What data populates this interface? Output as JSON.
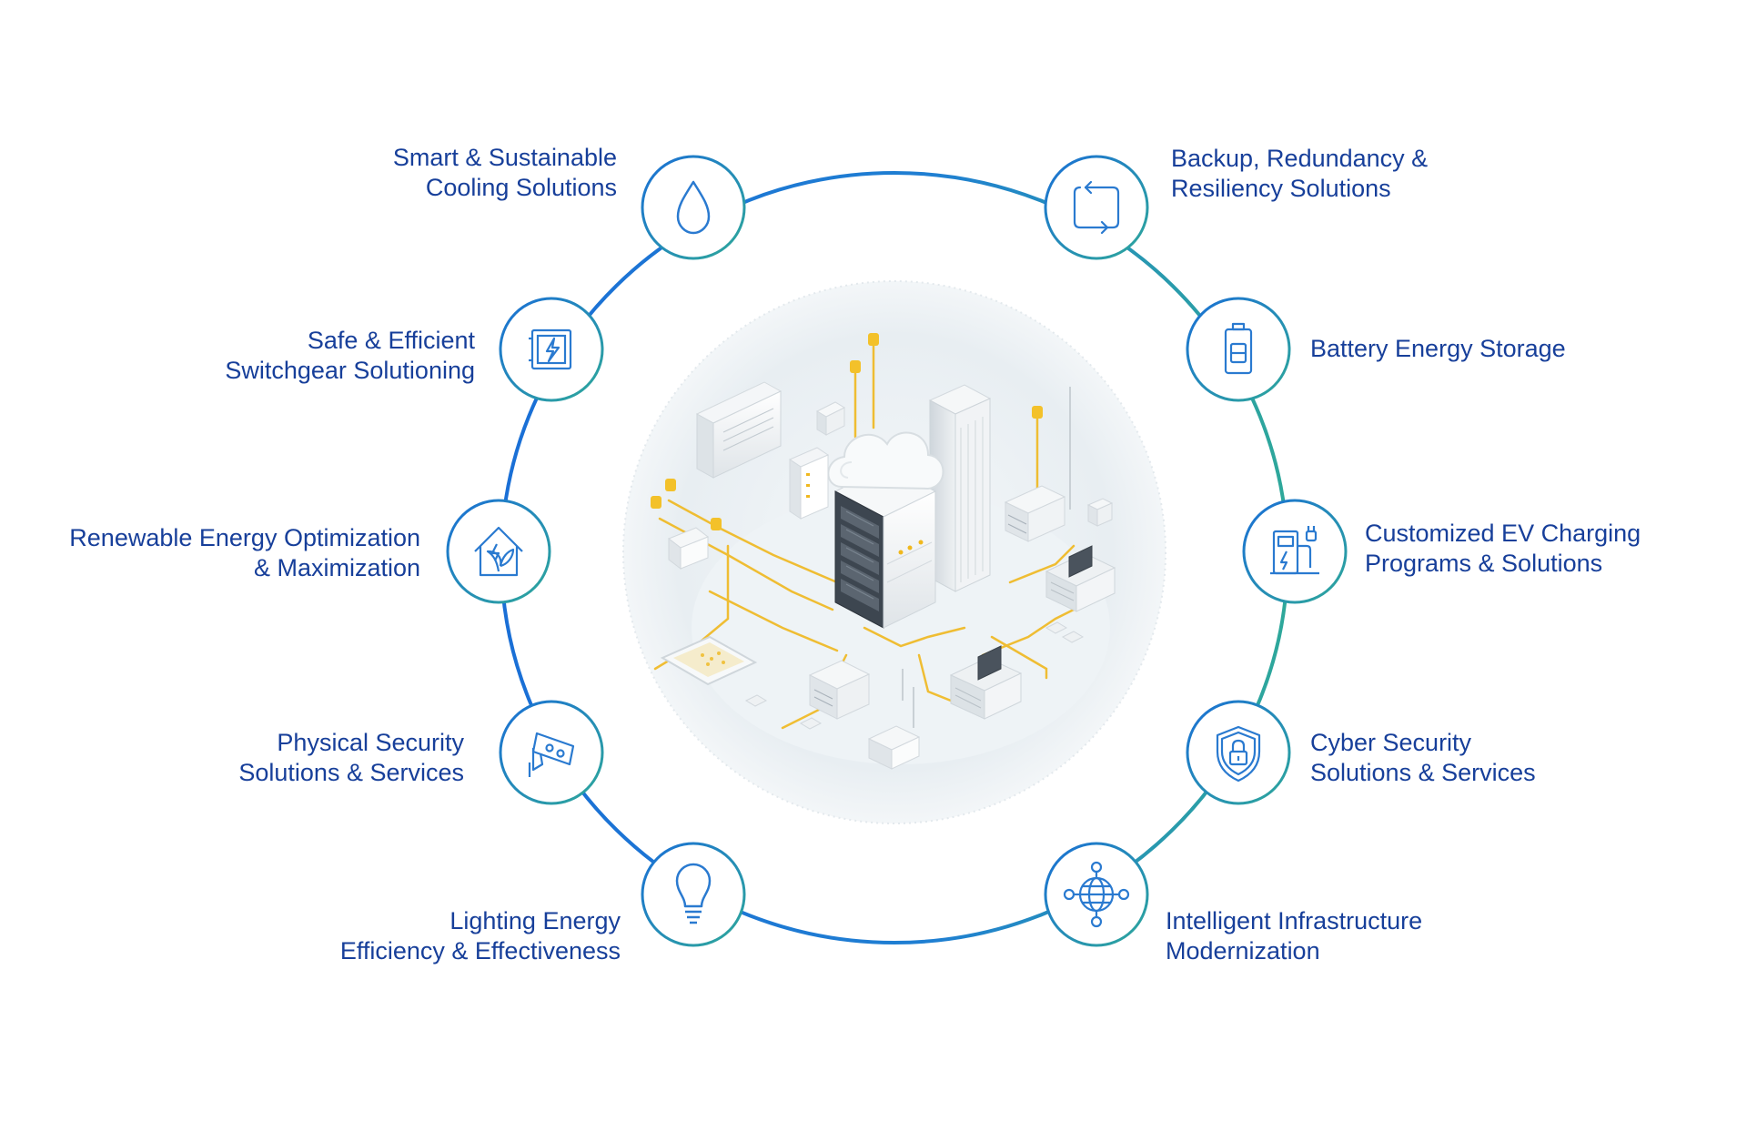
{
  "colors": {
    "ring_blue": "#1a6fd6",
    "ring_teal": "#2aa59a",
    "label_blue": "#173f9a",
    "icon_blue": "#2a7ad0",
    "connector_yellow": "#f0b81e",
    "hub_background": "#e9eff3"
  },
  "center": {
    "illustration": "isometric data center with cloud server, server racks, laptops, tablet and yellow network connectors"
  },
  "services": [
    {
      "id": "cooling",
      "icon": "water-drop-icon",
      "lines": [
        "Smart & Sustainable",
        "Cooling Solutions"
      ]
    },
    {
      "id": "switchgear",
      "icon": "electrical-panel-icon",
      "lines": [
        "Safe & Efficient",
        "Switchgear Solutioning"
      ]
    },
    {
      "id": "renewable",
      "icon": "eco-house-icon",
      "lines": [
        "Renewable Energy Optimization",
        "& Maximization"
      ]
    },
    {
      "id": "physical-security",
      "icon": "cctv-camera-icon",
      "lines": [
        "Physical Security",
        "Solutions & Services"
      ]
    },
    {
      "id": "lighting",
      "icon": "light-bulb-icon",
      "lines": [
        "Lighting Energy",
        "Efficiency & Effectiveness"
      ]
    },
    {
      "id": "backup",
      "icon": "redundancy-arrows-icon",
      "lines": [
        "Backup, Redundancy &",
        "Resiliency Solutions"
      ]
    },
    {
      "id": "battery",
      "icon": "battery-icon",
      "lines": [
        "Battery Energy Storage"
      ]
    },
    {
      "id": "ev-charging",
      "icon": "ev-charger-icon",
      "lines": [
        "Customized EV Charging",
        "Programs & Solutions"
      ]
    },
    {
      "id": "cyber-security",
      "icon": "shield-lock-icon",
      "lines": [
        "Cyber Security",
        "Solutions & Services"
      ]
    },
    {
      "id": "infrastructure",
      "icon": "network-globe-icon",
      "lines": [
        "Intelligent Infrastructure",
        "Modernization"
      ]
    }
  ]
}
